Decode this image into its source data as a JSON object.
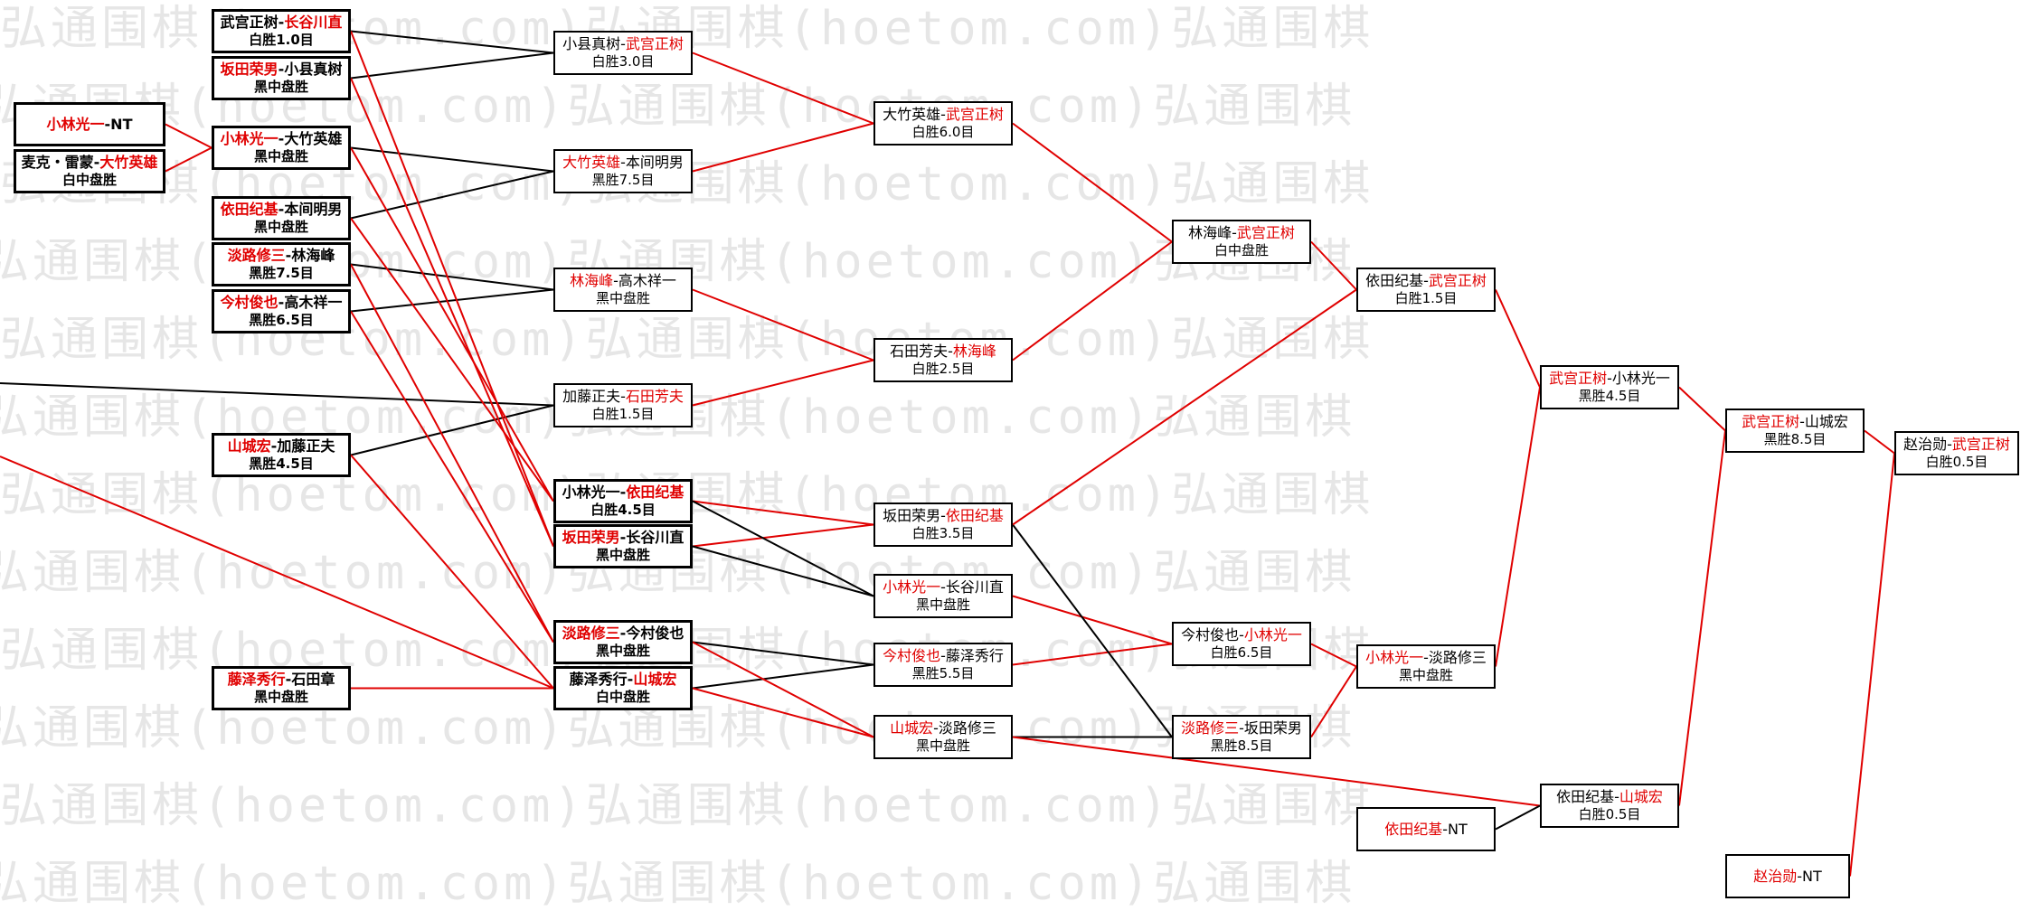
{
  "colors": {
    "winner": "#e00000",
    "line_red": "#e00000",
    "line_black": "#000000",
    "watermark": "#e6e6e6"
  },
  "watermark_text": "弘通围棋(hoetom.com)弘通围棋(hoetom.com)弘通围棋",
  "nodes": [
    {
      "id": "A",
      "style": "bold",
      "p1": "武宫正树",
      "p2": "长谷川直",
      "winner": 2,
      "score": "白胜1.0目"
    },
    {
      "id": "B",
      "style": "bold",
      "p1": "坂田荣男",
      "p2": "小县真树",
      "winner": 1,
      "score": "黑中盘胜"
    },
    {
      "id": "C",
      "style": "bold",
      "p1": "小林光一",
      "p2": "NT",
      "winner": 1,
      "score": ""
    },
    {
      "id": "D",
      "style": "bold",
      "p1": "麦克・雷蒙",
      "p2": "大竹英雄",
      "winner": 2,
      "score": "白中盘胜"
    },
    {
      "id": "E",
      "style": "bold",
      "p1": "小林光一",
      "p2": "大竹英雄",
      "winner": 1,
      "score": "黑中盘胜"
    },
    {
      "id": "F",
      "style": "bold",
      "p1": "依田纪基",
      "p2": "本间明男",
      "winner": 1,
      "score": "黑中盘胜"
    },
    {
      "id": "G",
      "style": "bold",
      "p1": "淡路修三",
      "p2": "林海峰",
      "winner": 1,
      "score": "黑胜7.5目"
    },
    {
      "id": "H",
      "style": "bold",
      "p1": "今村俊也",
      "p2": "高木祥一",
      "winner": 1,
      "score": "黑胜6.5目"
    },
    {
      "id": "I",
      "style": "bold",
      "p1": "山城宏",
      "p2": "加藤正夫",
      "winner": 1,
      "score": "黑胜4.5目"
    },
    {
      "id": "J",
      "style": "bold",
      "p1": "藤泽秀行",
      "p2": "石田章",
      "winner": 1,
      "score": "黑中盘胜"
    },
    {
      "id": "K",
      "style": "normal",
      "p1": "小县真树",
      "p2": "武宫正树",
      "winner": 2,
      "score": "白胜3.0目"
    },
    {
      "id": "L",
      "style": "normal",
      "p1": "大竹英雄",
      "p2": "本间明男",
      "winner": 1,
      "score": "黑胜7.5目"
    },
    {
      "id": "M",
      "style": "normal",
      "p1": "林海峰",
      "p2": "高木祥一",
      "winner": 1,
      "score": "黑中盘胜"
    },
    {
      "id": "N",
      "style": "normal",
      "p1": "加藤正夫",
      "p2": "石田芳夫",
      "winner": 2,
      "score": "白胜1.5目"
    },
    {
      "id": "O",
      "style": "bold",
      "p1": "小林光一",
      "p2": "依田纪基",
      "winner": 2,
      "score": "白胜4.5目"
    },
    {
      "id": "P",
      "style": "bold",
      "p1": "坂田荣男",
      "p2": "长谷川直",
      "winner": 1,
      "score": "黑中盘胜"
    },
    {
      "id": "Q",
      "style": "bold",
      "p1": "淡路修三",
      "p2": "今村俊也",
      "winner": 1,
      "score": "黑中盘胜"
    },
    {
      "id": "R",
      "style": "bold",
      "p1": "藤泽秀行",
      "p2": "山城宏",
      "winner": 2,
      "score": "白中盘胜"
    },
    {
      "id": "S",
      "style": "normal",
      "p1": "大竹英雄",
      "p2": "武宫正树",
      "winner": 2,
      "score": "白胜6.0目"
    },
    {
      "id": "T",
      "style": "normal",
      "p1": "石田芳夫",
      "p2": "林海峰",
      "winner": 2,
      "score": "白胜2.5目"
    },
    {
      "id": "U",
      "style": "normal",
      "p1": "坂田荣男",
      "p2": "依田纪基",
      "winner": 2,
      "score": "白胜3.5目"
    },
    {
      "id": "V",
      "style": "normal",
      "p1": "小林光一",
      "p2": "长谷川直",
      "winner": 1,
      "score": "黑中盘胜"
    },
    {
      "id": "W",
      "style": "normal",
      "p1": "今村俊也",
      "p2": "藤泽秀行",
      "winner": 1,
      "score": "黑胜5.5目"
    },
    {
      "id": "X",
      "style": "normal",
      "p1": "山城宏",
      "p2": "淡路修三",
      "winner": 1,
      "score": "黑中盘胜"
    },
    {
      "id": "Y",
      "style": "normal",
      "p1": "林海峰",
      "p2": "武宫正树",
      "winner": 2,
      "score": "白中盘胜"
    },
    {
      "id": "Z",
      "style": "normal",
      "p1": "今村俊也",
      "p2": "小林光一",
      "winner": 2,
      "score": "白胜6.5目"
    },
    {
      "id": "AA",
      "style": "normal",
      "p1": "淡路修三",
      "p2": "坂田荣男",
      "winner": 1,
      "score": "黑胜8.5目"
    },
    {
      "id": "AB",
      "style": "normal",
      "p1": "依田纪基",
      "p2": "武宫正树",
      "winner": 2,
      "score": "白胜1.5目"
    },
    {
      "id": "AC",
      "style": "normal",
      "p1": "小林光一",
      "p2": "淡路修三",
      "winner": 1,
      "score": "黑中盘胜"
    },
    {
      "id": "AD",
      "style": "normal",
      "p1": "依田纪基",
      "p2": "NT",
      "winner": 1,
      "score": ""
    },
    {
      "id": "AE",
      "style": "normal",
      "p1": "武宫正树",
      "p2": "小林光一",
      "winner": 1,
      "score": "黑胜4.5目"
    },
    {
      "id": "AF",
      "style": "normal",
      "p1": "依田纪基",
      "p2": "山城宏",
      "winner": 2,
      "score": "白胜0.5目"
    },
    {
      "id": "AG",
      "style": "normal",
      "p1": "武宫正树",
      "p2": "山城宏",
      "winner": 1,
      "score": "黑胜8.5目"
    },
    {
      "id": "AH",
      "style": "normal",
      "p1": "赵治勋",
      "p2": "NT",
      "winner": 1,
      "score": ""
    },
    {
      "id": "AI",
      "style": "normal",
      "p1": "赵治勋",
      "p2": "武宫正树",
      "winner": 2,
      "score": "白胜0.5目"
    }
  ],
  "links": [
    {
      "from": "A",
      "to": "K",
      "color": "black"
    },
    {
      "from": "B",
      "to": "K",
      "color": "black"
    },
    {
      "from": "C",
      "to": "E",
      "color": "red"
    },
    {
      "from": "D",
      "to": "E",
      "color": "red"
    },
    {
      "from": "E",
      "to": "L",
      "color": "black"
    },
    {
      "from": "F",
      "to": "L",
      "color": "black"
    },
    {
      "from": "G",
      "to": "M",
      "color": "black"
    },
    {
      "from": "H",
      "to": "M",
      "color": "black"
    },
    {
      "from": "I",
      "to": "N",
      "color": "black"
    },
    {
      "from": "EDGE1",
      "to": "N",
      "color": "black"
    },
    {
      "from": "A",
      "to": "P",
      "color": "red"
    },
    {
      "from": "B",
      "to": "P",
      "color": "red"
    },
    {
      "from": "E",
      "to": "O",
      "color": "red"
    },
    {
      "from": "F",
      "to": "O",
      "color": "red"
    },
    {
      "from": "G",
      "to": "Q",
      "color": "red"
    },
    {
      "from": "H",
      "to": "Q",
      "color": "red"
    },
    {
      "from": "I",
      "to": "R",
      "color": "red"
    },
    {
      "from": "J",
      "to": "R",
      "color": "red"
    },
    {
      "from": "EDGE2",
      "to": "R",
      "color": "red"
    },
    {
      "from": "K",
      "to": "S",
      "color": "red"
    },
    {
      "from": "L",
      "to": "S",
      "color": "red"
    },
    {
      "from": "M",
      "to": "T",
      "color": "red"
    },
    {
      "from": "N",
      "to": "T",
      "color": "red"
    },
    {
      "from": "O",
      "to": "U",
      "color": "red"
    },
    {
      "from": "P",
      "to": "U",
      "color": "red"
    },
    {
      "from": "O",
      "to": "V",
      "color": "black"
    },
    {
      "from": "P",
      "to": "V",
      "color": "black"
    },
    {
      "from": "Q",
      "to": "W",
      "color": "black"
    },
    {
      "from": "R",
      "to": "W",
      "color": "black"
    },
    {
      "from": "Q",
      "to": "X",
      "color": "red"
    },
    {
      "from": "R",
      "to": "X",
      "color": "red"
    },
    {
      "from": "S",
      "to": "Y",
      "color": "red"
    },
    {
      "from": "T",
      "to": "Y",
      "color": "red"
    },
    {
      "from": "V",
      "to": "Z",
      "color": "red"
    },
    {
      "from": "W",
      "to": "Z",
      "color": "red"
    },
    {
      "from": "U",
      "to": "AA",
      "color": "black"
    },
    {
      "from": "X",
      "to": "AA",
      "color": "black"
    },
    {
      "from": "Y",
      "to": "AB",
      "color": "red"
    },
    {
      "from": "U",
      "to": "AB",
      "color": "red"
    },
    {
      "from": "Z",
      "to": "AC",
      "color": "red"
    },
    {
      "from": "AA",
      "to": "AC",
      "color": "red"
    },
    {
      "from": "AB",
      "to": "AE",
      "color": "red"
    },
    {
      "from": "AC",
      "to": "AE",
      "color": "red"
    },
    {
      "from": "X",
      "to": "AF",
      "color": "red"
    },
    {
      "from": "AD",
      "to": "AF",
      "color": "black"
    },
    {
      "from": "AE",
      "to": "AG",
      "color": "red"
    },
    {
      "from": "AF",
      "to": "AG",
      "color": "red"
    },
    {
      "from": "AG",
      "to": "AI",
      "color": "red"
    },
    {
      "from": "AH",
      "to": "AI",
      "color": "red"
    }
  ]
}
